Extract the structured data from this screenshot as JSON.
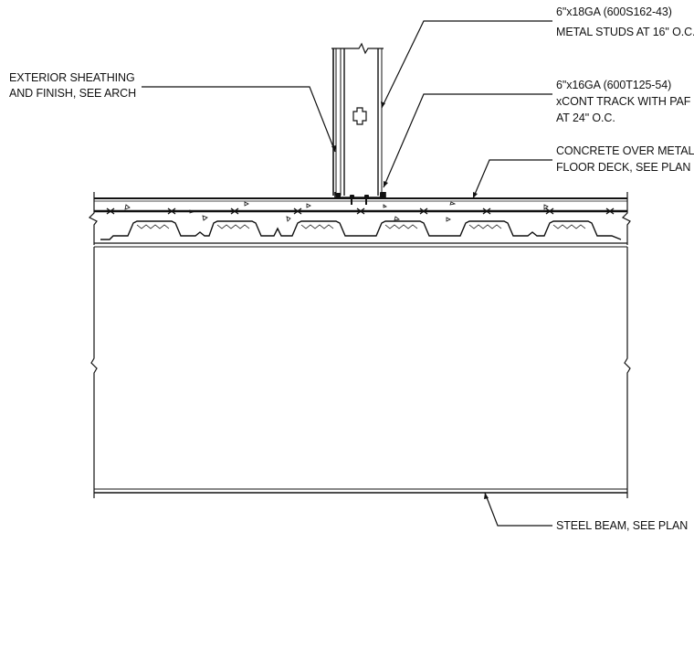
{
  "notes": {
    "studs": {
      "line1": "6\"x18GA (600S162-43)",
      "line2": "METAL STUDS AT 16\" O.C."
    },
    "sheathing": {
      "line1": "EXTERIOR SHEATHING",
      "line2": "AND FINISH, SEE ARCH"
    },
    "track": {
      "line1": "6\"x16GA (600T125-54)",
      "line2": "xCONT TRACK WITH PAF",
      "line3": "AT 24\" O.C."
    },
    "deck": {
      "line1": "CONCRETE OVER METAL",
      "line2": "FLOOR DECK, SEE PLAN"
    },
    "beam": {
      "line1": "STEEL BEAM, SEE PLAN"
    }
  }
}
